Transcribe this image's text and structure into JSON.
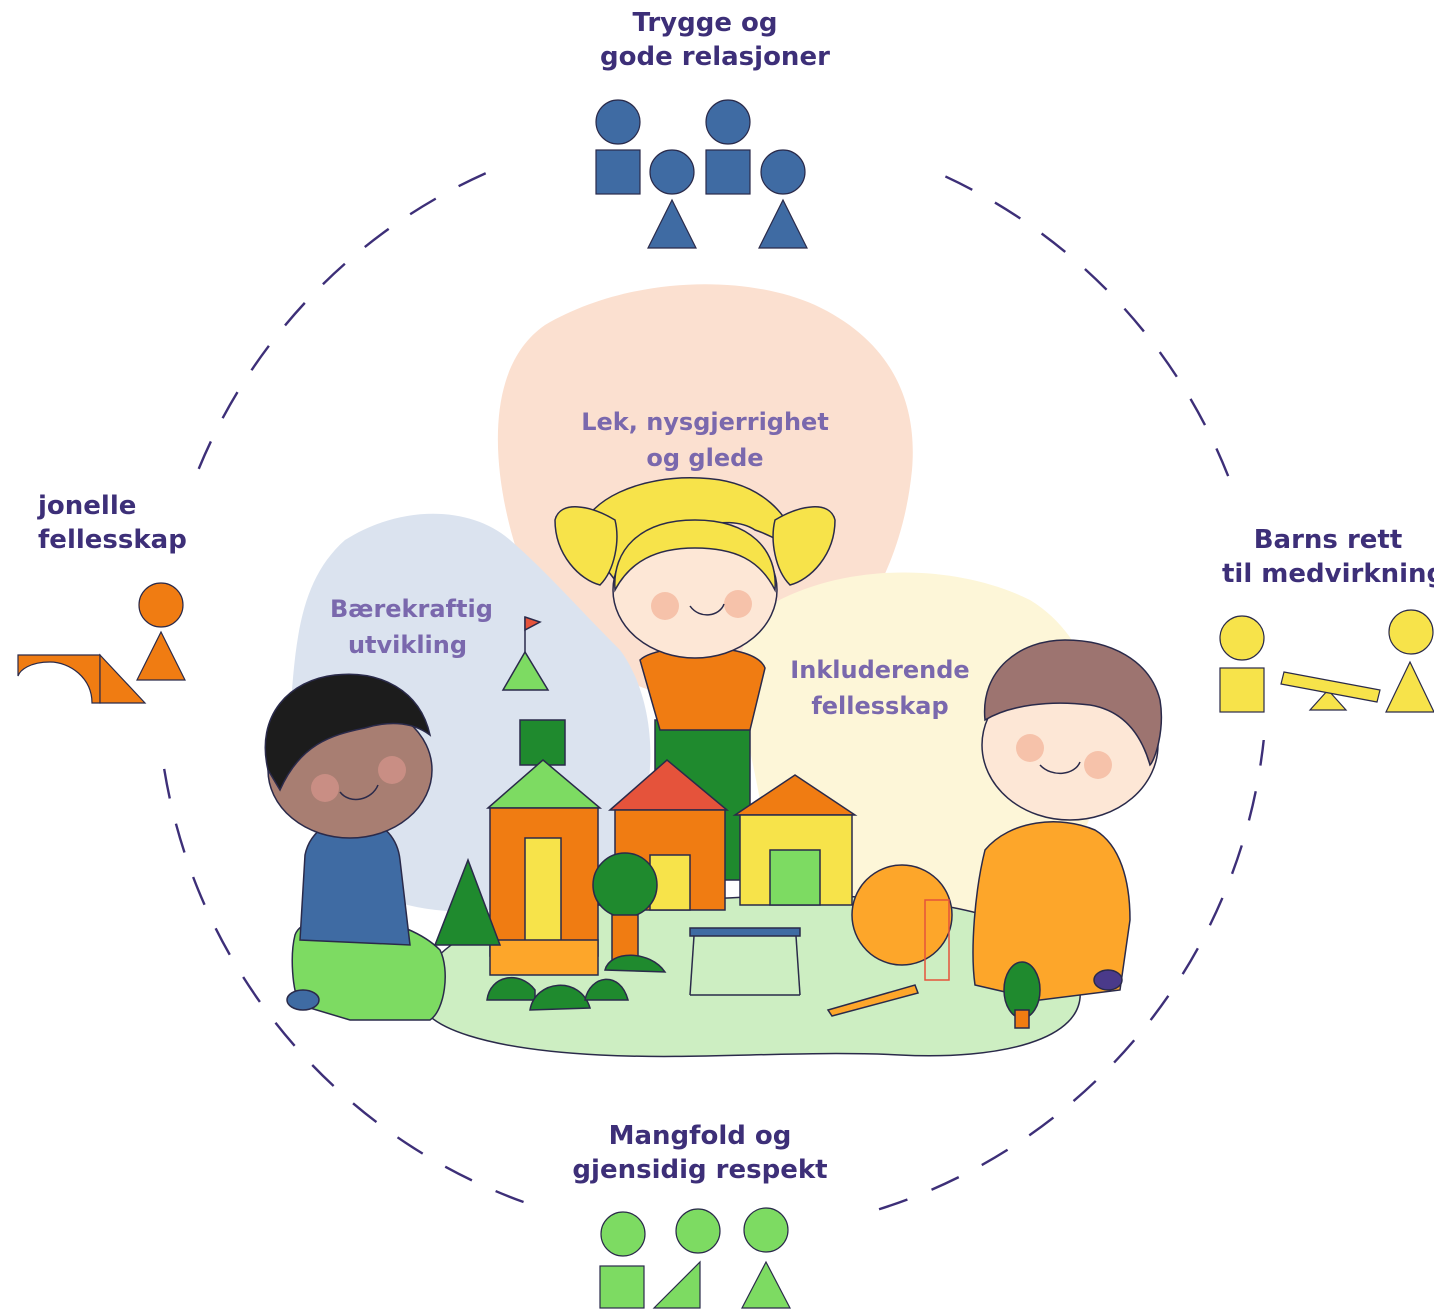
{
  "values": {
    "relations": {
      "line1": "Trygge og",
      "line2": "gode relasjoner"
    },
    "tradition": {
      "line1": "jonelle",
      "line2": "fellesskap"
    },
    "participation": {
      "line1": "Barns rett",
      "line2": "til medvirkning"
    },
    "diversity": {
      "line1": "Mangfold og",
      "line2": "gjensidig respekt"
    }
  },
  "themes": {
    "play": {
      "line1": "Lek, nysgjerrighet",
      "line2": "og glede"
    },
    "sustainability": {
      "line1": "Bærekraftig",
      "line2": "utvikling"
    },
    "inclusion": {
      "line1": "Inkluderende",
      "line2": "fellesskap"
    }
  },
  "colors": {
    "circle": "#3d2f78",
    "blue": "#3f6ba3",
    "orange": "#f07c12",
    "yellow": "#f7e34a",
    "green": "#7ddb62",
    "peach_blob": "#fbe0d0",
    "blue_blob": "#dbe3ef",
    "cream_blob": "#fdf6d8",
    "meadow": "#cdeec2"
  },
  "icons": [
    "relations-people-icon",
    "tradition-blocks-icon",
    "participation-seesaw-icon",
    "diversity-shapes-icon"
  ]
}
